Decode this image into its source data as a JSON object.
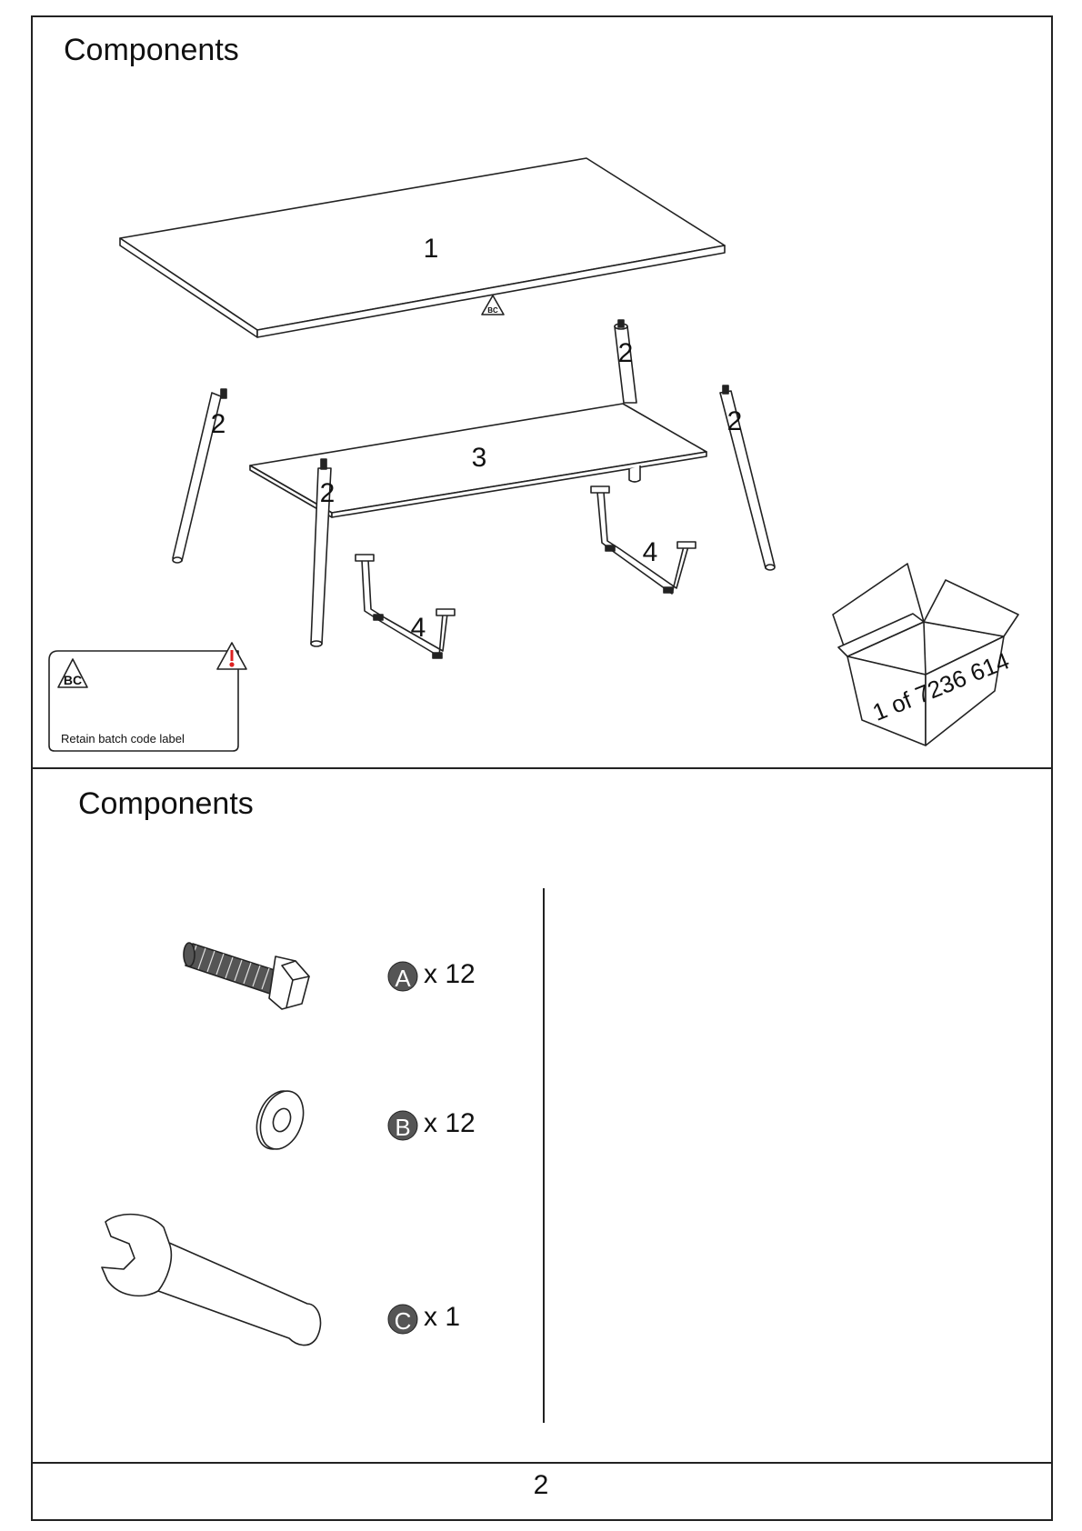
{
  "section1": {
    "title": "Components",
    "labels": {
      "top": "1",
      "leg": "2",
      "shelf": "3",
      "bracket": "4"
    },
    "batch_code": {
      "badge": "BC",
      "text": "Retain batch code label"
    },
    "box": {
      "text": "1 of 7236 614"
    }
  },
  "section2": {
    "title": "Components",
    "hardware": [
      {
        "letter": "A",
        "qty": "x 12",
        "icon": "bolt-icon"
      },
      {
        "letter": "B",
        "qty": "x 12",
        "icon": "washer-icon"
      },
      {
        "letter": "C",
        "qty": "x 1",
        "icon": "spanner-icon"
      }
    ]
  },
  "footer": {
    "page_number": "2"
  }
}
